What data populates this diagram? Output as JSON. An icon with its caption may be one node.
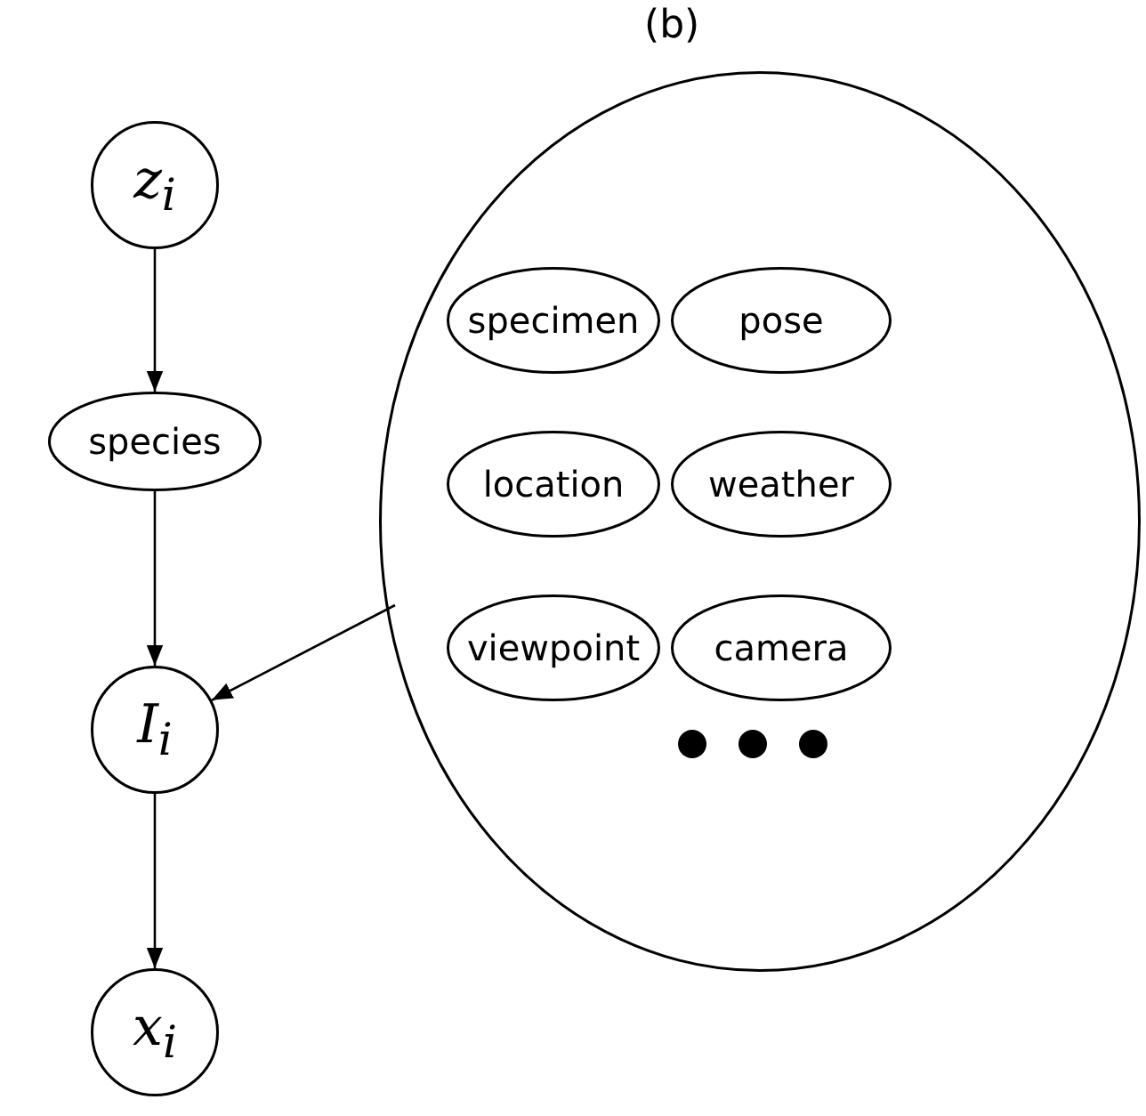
{
  "diagram": {
    "nodes": [
      {
        "text": [
          "z$_{i}$"
        ]
      },
      {
        "text": [
          "species"
        ]
      },
      {
        "text": [
          "I$_{i}$"
        ]
      },
      {
        "text": [
          "x$_{i}$"
        ]
      },
      {
        "text": [],
        "shape": "circle"
      },
      {
        "text": [
          "specimen"
        ],
        "in": 4
      },
      {
        "text": [
          "pose"
        ],
        "in": 4
      },
      {
        "text": [
          "location"
        ],
        "in": 4
      },
      {
        "text": [
          "weather"
        ],
        "in": 4
      },
      {
        "text": [
          "viewpoint"
        ],
        "in": 4
      },
      {
        "text": [
          "camera"
        ],
        "in": 4
      }
    ],
    "edges": [
      {
        "from": 0,
        "to": 1,
        "arrow": "to"
      },
      {
        "from": 1,
        "to": 2,
        "arrow": "to"
      },
      {
        "from": 4,
        "to": 2,
        "arrow": "to"
      },
      {
        "from": 2,
        "to": 3,
        "arrow": "to"
      }
    ],
    "labels": [
      "(b)"
    ]
  }
}
